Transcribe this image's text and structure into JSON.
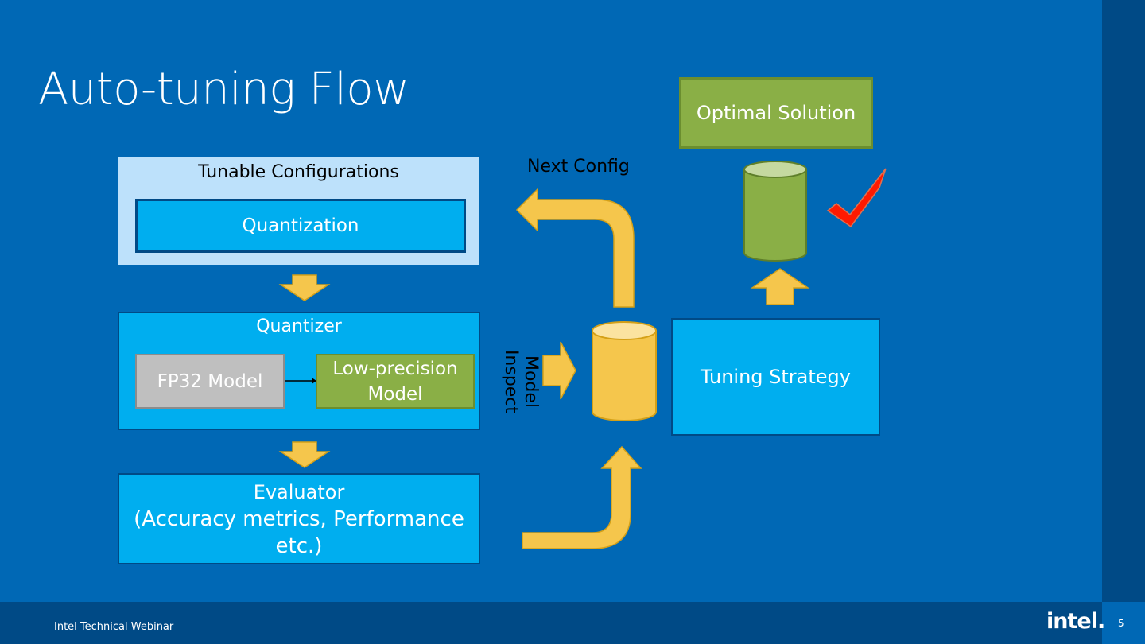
{
  "slide": {
    "title": "Auto-tuning Flow",
    "footer": "Intel Technical Webinar",
    "logo": "intel.",
    "page_number": "5"
  },
  "diagram": {
    "tunable": {
      "title": "Tunable Configurations",
      "item": "Quantization"
    },
    "quantizer": {
      "title": "Quantizer",
      "input": "FP32 Model",
      "output_line1": "Low-precision",
      "output_line2": "Model"
    },
    "evaluator": {
      "line1": "Evaluator",
      "line2": "(Accuracy metrics, Performance",
      "line3": "etc.)"
    },
    "labels": {
      "next_config": "Next Config",
      "model_inspect": "Model Inspect"
    },
    "strategy": "Tuning Strategy",
    "optimal": "Optimal Solution",
    "colors": {
      "arrow": "#f5c64c",
      "box": "#00aeef",
      "green": "#8aaf46",
      "light": "#bde1fb",
      "check": "#ff1a00"
    }
  }
}
